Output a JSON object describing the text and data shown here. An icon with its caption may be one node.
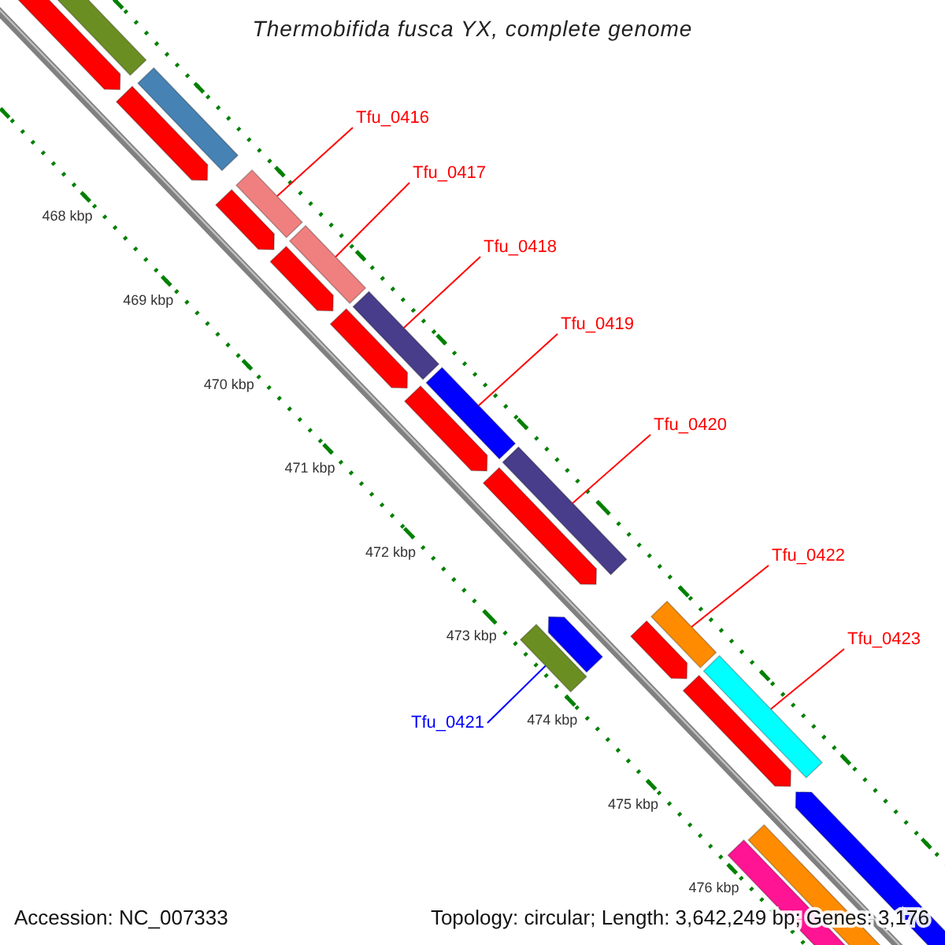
{
  "diagram": {
    "title": "Thermobifida fusca YX, complete genome",
    "nodes": [
      {
        "text": [
          "Tfu_0416"
        ]
      },
      {
        "text": [],
        "shape": "bar"
      },
      {
        "text": [
          "Tfu_0417"
        ]
      },
      {
        "text": [],
        "shape": "bar"
      },
      {
        "text": [
          "Tfu_0418"
        ]
      },
      {
        "text": [],
        "shape": "bar"
      },
      {
        "text": [
          "Tfu_0419"
        ]
      },
      {
        "text": [],
        "shape": "bar"
      },
      {
        "text": [
          "Tfu_0420"
        ]
      },
      {
        "text": [],
        "shape": "bar"
      },
      {
        "text": [
          "Tfu_0422"
        ]
      },
      {
        "text": [],
        "shape": "bar"
      },
      {
        "text": [
          "Tfu_0423"
        ]
      },
      {
        "text": [],
        "shape": "bar"
      },
      {
        "text": [
          "Tfu_0421"
        ]
      },
      {
        "text": [],
        "shape": "bar"
      }
    ],
    "edges": [
      {
        "from": 0,
        "to": 1,
        "arrow": "none"
      },
      {
        "from": 2,
        "to": 3,
        "arrow": "none"
      },
      {
        "from": 4,
        "to": 5,
        "arrow": "none"
      },
      {
        "from": 6,
        "to": 7,
        "arrow": "none"
      },
      {
        "from": 8,
        "to": 9,
        "arrow": "none"
      },
      {
        "from": 10,
        "to": 11,
        "arrow": "none"
      },
      {
        "from": 12,
        "to": 13,
        "arrow": "none"
      },
      {
        "from": 14,
        "to": 15,
        "arrow": "none",
        "color": "#0000ff"
      }
    ],
    "labels": [
      "468 kbp",
      "469 kbp",
      "470 kbp",
      "471 kbp",
      "472 kbp",
      "473 kbp",
      "474 kbp",
      "475 kbp",
      "476 kbp",
      "Accession: NC_007333",
      "Topology: circular; Length: 3,642,249 bp; Genes: 3,176"
    ]
  }
}
